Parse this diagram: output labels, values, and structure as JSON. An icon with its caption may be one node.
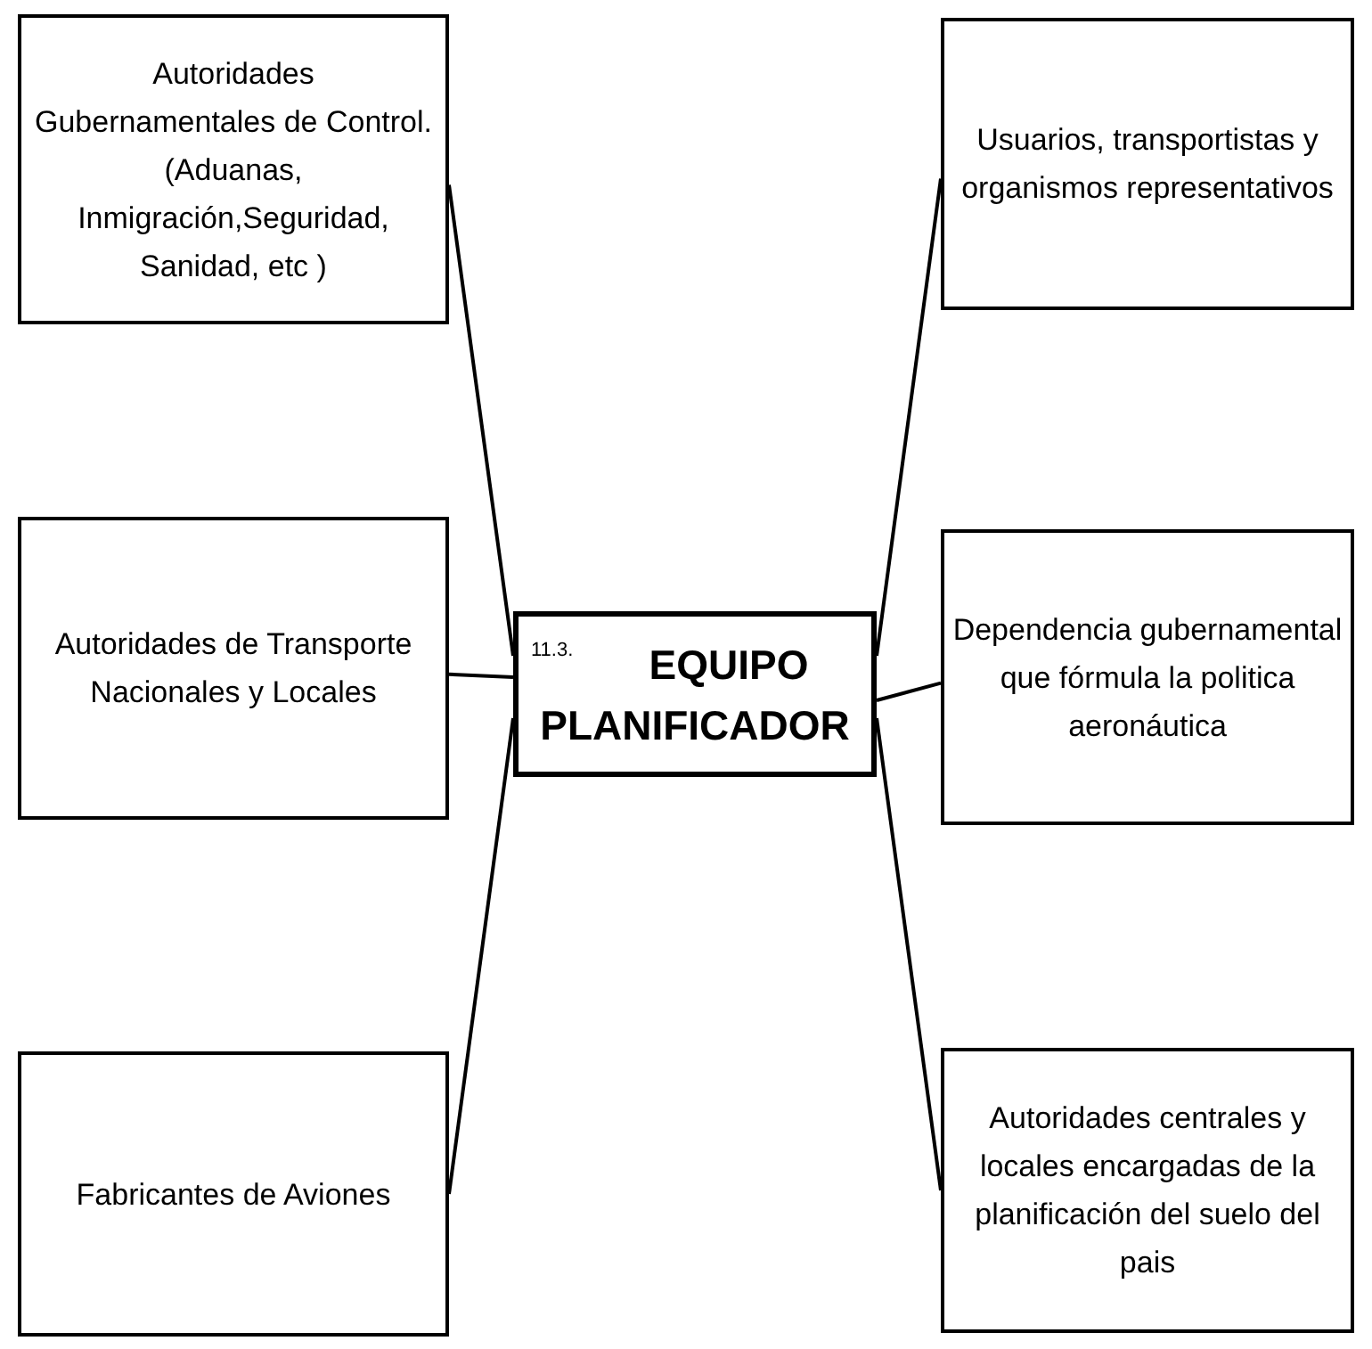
{
  "diagram": {
    "nodes": [
      {
        "text": [
          "Autoridades Gubernamentales de Control. (Aduanas, Inmigración,Seguridad, Sanidad, etc )"
        ]
      },
      {
        "text": [
          "Usuarios, transportistas y organismos representativos"
        ]
      },
      {
        "text": [
          "Autoridades de Transporte Nacionales y Locales"
        ]
      },
      {
        "text": [
          "11.3.",
          "EQUIPO PLANIFICADOR"
        ]
      },
      {
        "text": [
          "Dependencia gubernamental que fórmula la politica aeronáutica"
        ]
      },
      {
        "text": [
          "Fabricantes de Aviones"
        ]
      },
      {
        "text": [
          "Autoridades centrales y locales encargadas de la planificación del suelo del pais"
        ]
      }
    ],
    "edges": [
      {
        "from": 3,
        "to": 0,
        "arrow": "none"
      },
      {
        "from": 3,
        "to": 1,
        "arrow": "none"
      },
      {
        "from": 3,
        "to": 2,
        "arrow": "none"
      },
      {
        "from": 3,
        "to": 4,
        "arrow": "none"
      },
      {
        "from": 3,
        "to": 5,
        "arrow": "none"
      },
      {
        "from": 3,
        "to": 6,
        "arrow": "none"
      }
    ]
  }
}
